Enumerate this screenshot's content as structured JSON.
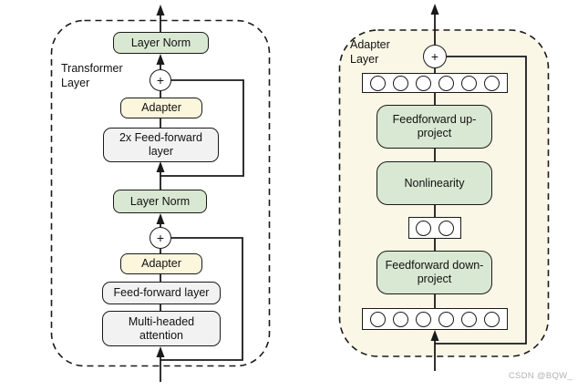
{
  "colors": {
    "box_green": "#d9e8d2",
    "box_yellow": "#fcf6dd",
    "box_gray": "#f2f2f2",
    "panel_cream": "#faf7e6",
    "stroke": "#1a1a1a",
    "watermark_gray": "#b5b2af"
  },
  "left_panel": {
    "title": "Transformer Layer",
    "layer_norm_top": "Layer Norm",
    "plus_top": "+",
    "adapter_top": "Adapter",
    "feedforward_2x": "2x Feed-forward layer",
    "layer_norm_bottom": "Layer Norm",
    "plus_bottom": "+",
    "adapter_bottom": "Adapter",
    "feedforward_layer": "Feed-forward layer",
    "multi_headed_attention": "Multi-headed attention"
  },
  "right_panel": {
    "title": "Adapter Layer",
    "plus": "+",
    "feedforward_up": "Feedforward up-project",
    "nonlinearity": "Nonlinearity",
    "feedforward_down": "Feedforward down-project",
    "top_units": 6,
    "bottleneck_units": 2,
    "bottom_units": 6
  },
  "watermark": "CSDN @BQW_"
}
